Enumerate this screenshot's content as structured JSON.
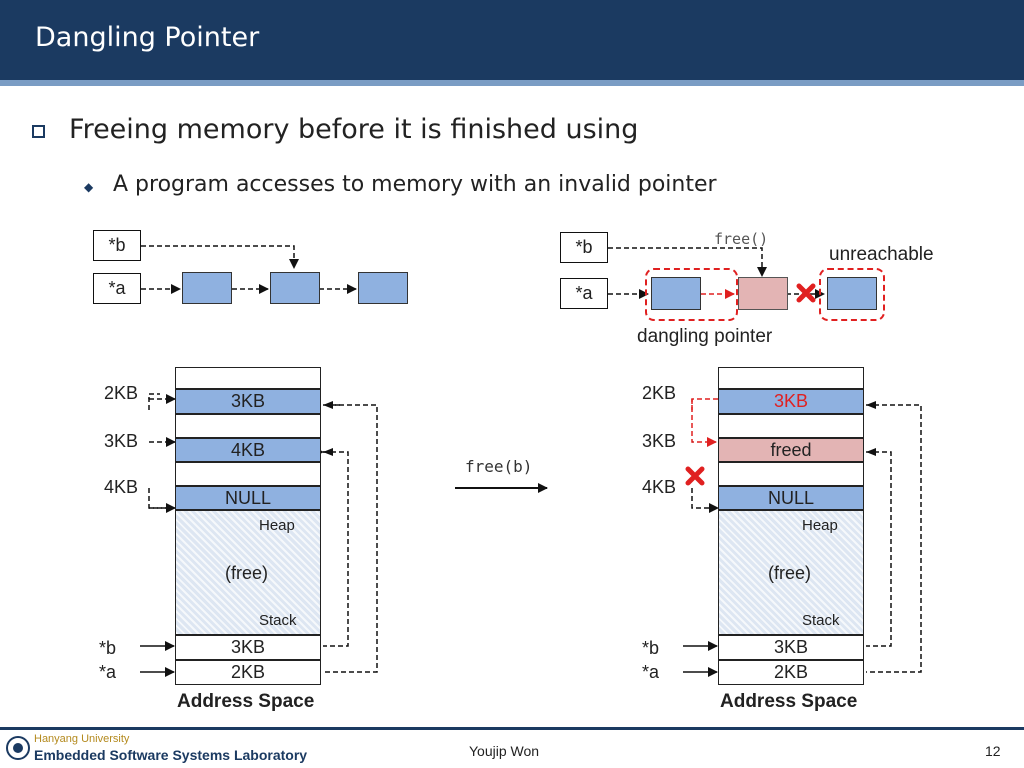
{
  "slide": {
    "title": "Dangling Pointer",
    "bullet_main": "Freeing memory before it is finished using",
    "bullet_sub": "A program accesses to memory with an invalid pointer"
  },
  "top_left": {
    "ptr_b": "*b",
    "ptr_a": "*a"
  },
  "top_right": {
    "ptr_b": "*b",
    "ptr_a": "*a",
    "free_call": "free()",
    "unreachable": "unreachable",
    "dangling": "dangling pointer"
  },
  "mid_call": "free(b)",
  "left_space": {
    "addr_labels": [
      "2KB",
      "3KB",
      "4KB"
    ],
    "blocks": [
      "3KB",
      "4KB",
      "NULL"
    ],
    "heap_label": "Heap",
    "free_label": "(free)",
    "stack_label": "Stack",
    "stack_vals": [
      "3KB",
      "2KB"
    ],
    "ptr_labels": [
      "*b",
      "*a"
    ],
    "caption": "Address Space"
  },
  "right_space": {
    "addr_labels": [
      "2KB",
      "3KB",
      "4KB"
    ],
    "blocks": [
      "3KB",
      "freed",
      "NULL"
    ],
    "heap_label": "Heap",
    "free_label": "(free)",
    "stack_label": "Stack",
    "stack_vals": [
      "3KB",
      "2KB"
    ],
    "ptr_labels": [
      "*b",
      "*a"
    ],
    "caption": "Address Space"
  },
  "footer": {
    "university": "Hanyang University",
    "lab": "Embedded Software Systems Laboratory",
    "author": "Youjip Won",
    "page": "12"
  },
  "colors": {
    "header": "#1b3a61",
    "block": "#8fb1e0",
    "freed": "#e3b4b4",
    "alert": "#e02020"
  }
}
